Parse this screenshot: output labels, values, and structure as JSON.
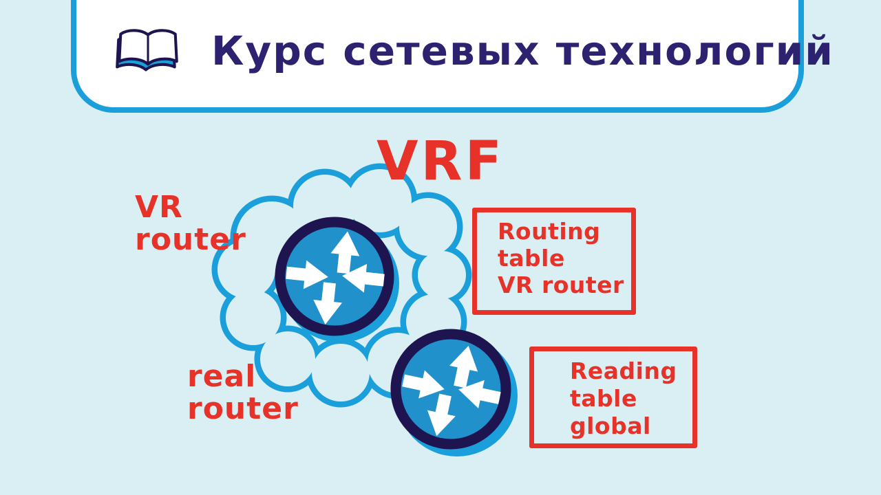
{
  "header": {
    "title": "Курс сетевых технологий"
  },
  "diagram": {
    "heading": "VRF",
    "labels": {
      "vr_router": {
        "line1": "VR",
        "line2": "router"
      },
      "real_router": {
        "line1": "real",
        "line2": "router"
      }
    },
    "boxes": [
      {
        "lines": [
          "Routing",
          "table",
          "VR router"
        ]
      },
      {
        "lines": [
          "Reading",
          "table",
          "global"
        ]
      }
    ]
  },
  "icons": {
    "header": "open-book-icon",
    "routers": "cisco-router-icon",
    "cloud": "network-cloud"
  },
  "colors": {
    "bg": "#d9eff4",
    "blue": "#1b9fda",
    "router-blue": "#2191cc",
    "navy": "#1d1450",
    "title-navy": "#2d2270",
    "red": "#e63229",
    "card-bg": "#ffffff",
    "white": "#ffffff"
  }
}
